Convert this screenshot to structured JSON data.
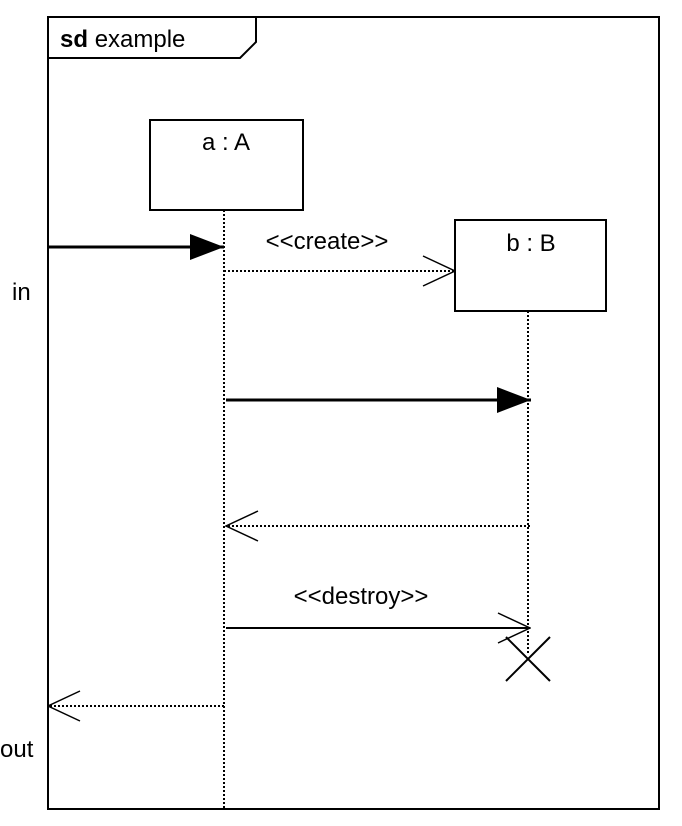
{
  "frame": {
    "keyword": "sd",
    "name": "example"
  },
  "lifelines": [
    {
      "id": "a",
      "label": "a : A"
    },
    {
      "id": "b",
      "label": "b : B"
    }
  ],
  "gates": {
    "in": "in",
    "out": "out"
  },
  "messages": [
    {
      "id": "m-in",
      "from": "frame",
      "to": "a",
      "style": "sync",
      "label": ""
    },
    {
      "id": "m-create",
      "from": "a",
      "to": "b",
      "style": "create",
      "label": "<<create>>"
    },
    {
      "id": "m-call",
      "from": "a",
      "to": "b",
      "style": "sync",
      "label": ""
    },
    {
      "id": "m-return",
      "from": "b",
      "to": "a",
      "style": "reply",
      "label": ""
    },
    {
      "id": "m-destroy",
      "from": "a",
      "to": "b",
      "style": "async",
      "label": "<<destroy>>"
    },
    {
      "id": "m-out",
      "from": "a",
      "to": "frame",
      "style": "reply",
      "label": ""
    }
  ]
}
